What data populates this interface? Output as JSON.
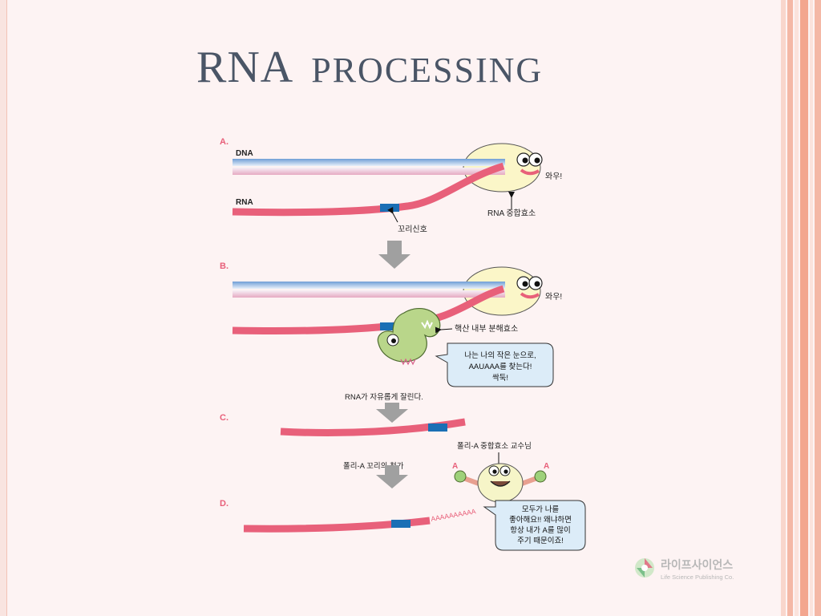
{
  "slide": {
    "title_part1": "RNA",
    "title_part2": "PROCESSING"
  },
  "diagram": {
    "panel_a_letter": "A.",
    "panel_b_letter": "B.",
    "panel_c_letter": "C.",
    "panel_d_letter": "D.",
    "dna_label": "DNA",
    "rna_label": "RNA",
    "wow_a": "와우!",
    "wow_b": "와우!",
    "polymerase_label": "RNA 중합효소",
    "tail_signal_label": "꼬리신호",
    "endonuclease_label": "핵산 내부 분해효소",
    "bubble_b_line1": "나는 나의 작은 눈으로,",
    "bubble_b_line2": "AAUAAA를 찾는다!",
    "bubble_b_line3": "싹둑!",
    "cut_label": "RNA가 자유롭게 잘린다.",
    "poly_a_professor_label": "폴리-A 중합효소 교수님",
    "poly_a_addition_label": "폴리-A 꼬리의 첨가",
    "hand_left_a": "A",
    "hand_right_a": "A",
    "poly_a_tail": "AAAAAAAAAA",
    "bubble_d_line1": "모두가 나를",
    "bubble_d_line2": "좋아해요!! 왜냐하면",
    "bubble_d_line3": "항상 내가 A를 많이",
    "bubble_d_line4": "주기 때문이죠!"
  },
  "publisher": {
    "name_korean": "라이프사이언스",
    "name_english": "Life Science Publishing Co."
  },
  "colors": {
    "rna_pink": "#e8607a",
    "tail_signal_blue": "#1a6fb5",
    "dna_blue": "#6f9ed6",
    "polymerase_yellow": "#fbf6c8",
    "enzyme_green": "#b9d68a",
    "arrow_gray": "#a0a0a0",
    "title_color": "#4a5566"
  }
}
